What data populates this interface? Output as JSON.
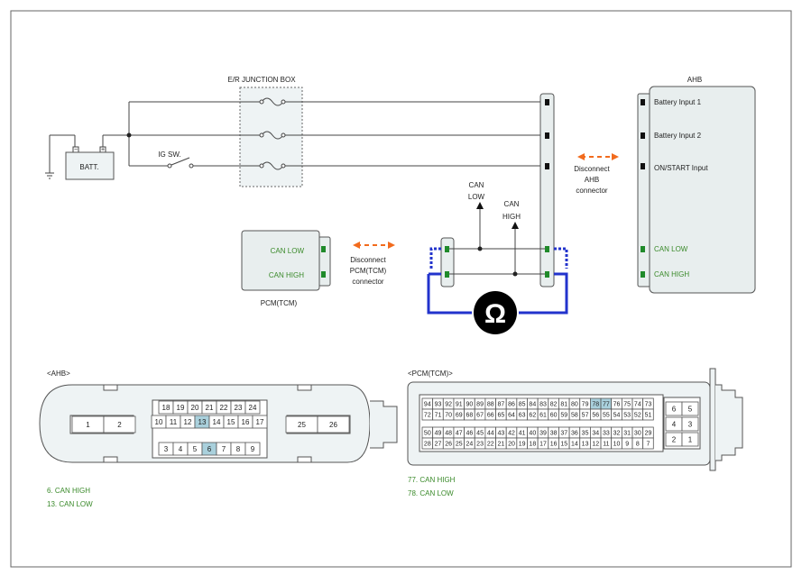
{
  "schematic": {
    "junction_box_label": "E/R JUNCTION BOX",
    "batt_label": "BATT.",
    "batt_minus": "−",
    "batt_plus": "+",
    "ig_sw_label": "IG SW.",
    "can_low_line1": "CAN",
    "can_low_line2": "LOW",
    "can_high_line1": "CAN",
    "can_high_line2": "HIGH",
    "disconnect_ahb": [
      "Disconnect",
      "AHB",
      "connector"
    ],
    "disconnect_pcm": [
      "Disconnect",
      "PCM(TCM)",
      "connector"
    ],
    "ohm_symbol": "Ω",
    "pcm_box": {
      "can_low": "CAN LOW",
      "can_high": "CAN HIGH",
      "caption": "PCM(TCM)"
    },
    "ahb_box": {
      "title": "AHB",
      "battery_input_1": "Battery Input 1",
      "battery_input_2": "Battery Input 2",
      "on_start_input": "ON/START Input",
      "can_low": "CAN LOW",
      "can_high": "CAN HIGH"
    }
  },
  "ahb_connector": {
    "label": "<AHB>",
    "pins_left": [
      "1",
      "2"
    ],
    "row1": [
      "18",
      "19",
      "20",
      "21",
      "22",
      "23",
      "24"
    ],
    "row2": [
      "10",
      "11",
      "12",
      "13",
      "14",
      "15",
      "16",
      "17"
    ],
    "row3": [
      "3",
      "4",
      "5",
      "6",
      "7",
      "8",
      "9"
    ],
    "pins_right": [
      "25",
      "26"
    ],
    "legend": [
      "6. CAN HIGH",
      "13. CAN LOW"
    ]
  },
  "pcm_connector": {
    "label": "<PCM(TCM)>",
    "row1": [
      "94",
      "93",
      "92",
      "91",
      "90",
      "89",
      "88",
      "87",
      "86",
      "85",
      "84",
      "83",
      "82",
      "81",
      "80",
      "79",
      "78",
      "77",
      "76",
      "75",
      "74",
      "73"
    ],
    "row2": [
      "72",
      "71",
      "70",
      "69",
      "68",
      "67",
      "66",
      "65",
      "64",
      "63",
      "62",
      "61",
      "60",
      "59",
      "58",
      "57",
      "56",
      "55",
      "54",
      "53",
      "52",
      "51"
    ],
    "row3": [
      "50",
      "49",
      "48",
      "47",
      "46",
      "45",
      "44",
      "43",
      "42",
      "41",
      "40",
      "39",
      "38",
      "37",
      "36",
      "35",
      "34",
      "33",
      "32",
      "31",
      "30",
      "29"
    ],
    "row4": [
      "28",
      "27",
      "26",
      "25",
      "24",
      "23",
      "22",
      "21",
      "20",
      "19",
      "18",
      "17",
      "16",
      "15",
      "14",
      "13",
      "12",
      "11",
      "10",
      "9",
      "8",
      "7"
    ],
    "side_pins": [
      [
        "6",
        "5"
      ],
      [
        "4",
        "3"
      ],
      [
        "2",
        "1"
      ]
    ],
    "legend": [
      "77. CAN HIGH",
      "78. CAN LOW"
    ]
  },
  "colors": {
    "wire": "#3a3a3a",
    "can_wire": "#2233cc",
    "arrow": "#f26b1d",
    "green_text": "#3a8a2a",
    "pin_highlight": "#a9d0dc",
    "box_fill": "#e8eeee",
    "junction_fill": "#eef3f4"
  }
}
